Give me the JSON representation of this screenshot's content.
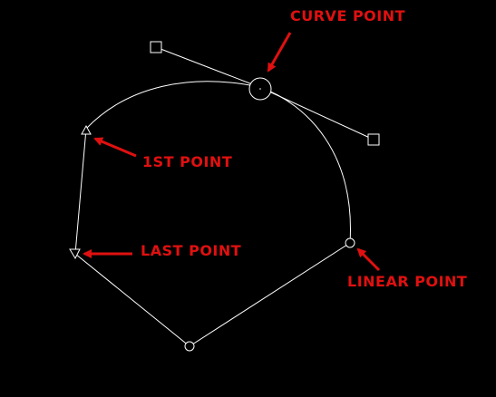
{
  "colors": {
    "background": "#000000",
    "path": "#ffffff",
    "annotation": "#e01010"
  },
  "labels": {
    "curve_point": "CURVE POINT",
    "first_point": "1ST POINT",
    "last_point": "LAST POINT",
    "linear_point": "LINEAR POINT"
  }
}
